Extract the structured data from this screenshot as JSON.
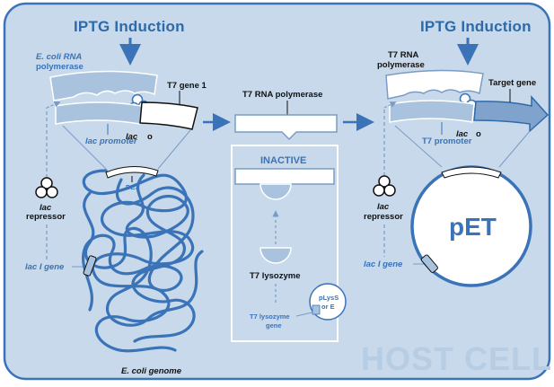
{
  "colors": {
    "cell_fill": "#c7d9ea",
    "cell_border": "#3a73b8",
    "accent_blue": "#3a73b8",
    "dark_blue": "#2f6aa8",
    "light_blue": "#a9c3de",
    "host_text": "#b7cde3"
  },
  "left": {
    "induction": "IPTG Induction",
    "ecoli_polymerase_line1": "E. coli RNA",
    "ecoli_polymerase_line2": "polymerase",
    "t7_gene1": "T7 gene 1",
    "lac": "lac",
    "o": "o",
    "lac_promoter": "lac promoter",
    "de3": "DE3",
    "lac_repressor_line1": "lac",
    "lac_repressor_line2": "repressor",
    "lac_i_gene": "lac I gene",
    "genome_label": "E. coli genome"
  },
  "middle": {
    "t7_rna_polymerase": "T7 RNA polymerase",
    "inactive": "INACTIVE",
    "t7_lysozyme": "T7 lysozyme",
    "t7_lysozyme_gene_line1": "T7 lysozyme",
    "t7_lysozyme_gene_line2": "gene",
    "plyss_line1": "pLysS",
    "plyss_line2": "or E"
  },
  "right": {
    "induction": "IPTG Induction",
    "t7_polymerase_line1": "T7 RNA",
    "t7_polymerase_line2": "polymerase",
    "target_gene": "Target gene",
    "lac": "lac",
    "o": "o",
    "t7_promoter": "T7 promoter",
    "lac_repressor_line1": "lac",
    "lac_repressor_line2": "repressor",
    "lac_i_gene": "lac I gene",
    "plasmid": "pET"
  },
  "host_cell": "HOST CELL"
}
